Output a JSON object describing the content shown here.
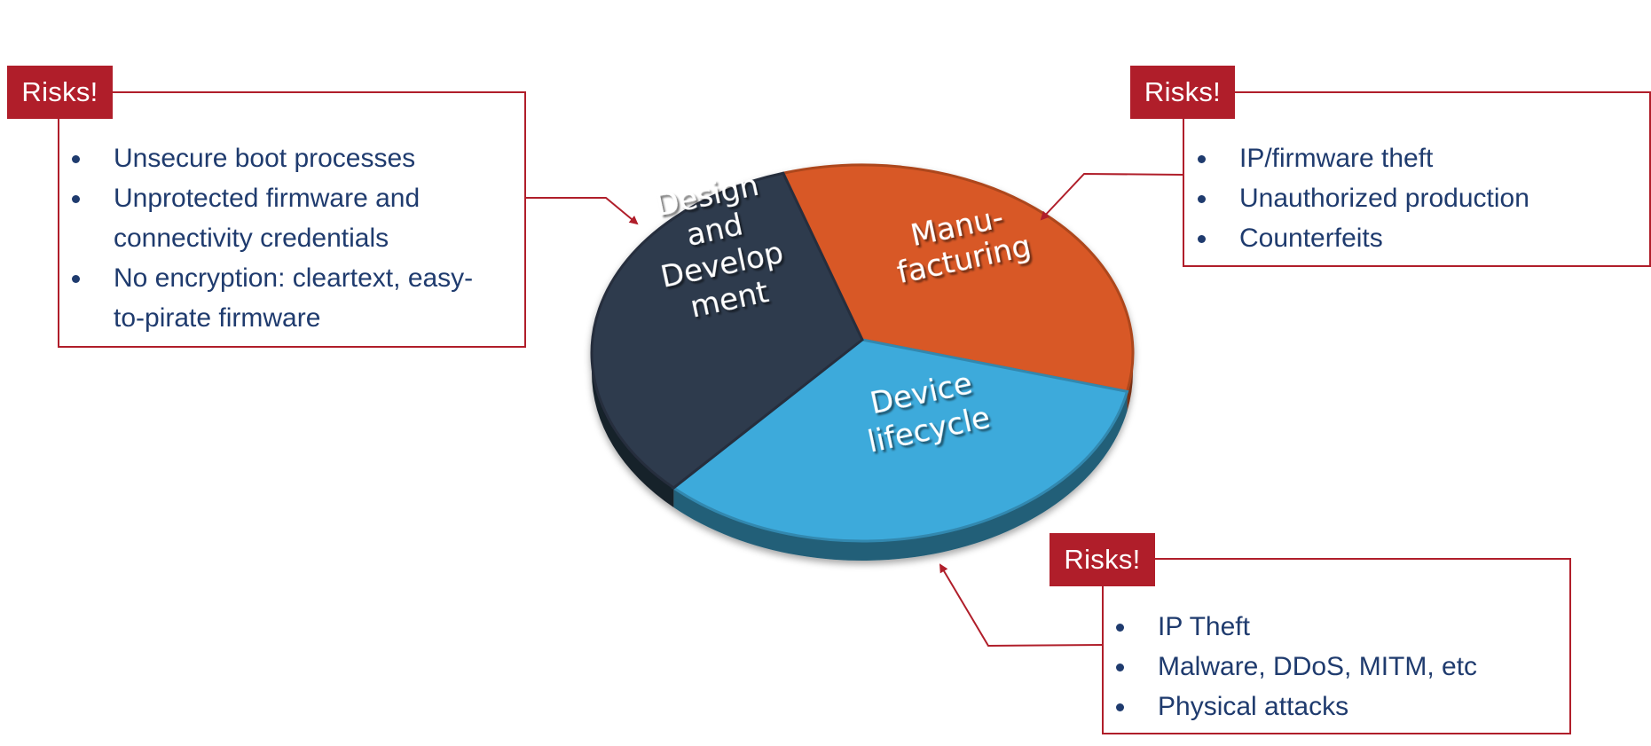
{
  "colors": {
    "risk_red": "#b01e2a",
    "text_navy": "#1f3b6e",
    "design_slice": "#2e3a4e",
    "manufacturing_slice": "#d85826",
    "lifecycle_slice": "#3eaadb"
  },
  "chart_data": {
    "type": "pie",
    "style": "3d-tilted",
    "title": "",
    "slices": [
      {
        "label_lines": [
          "Design",
          "and",
          "Develop",
          "ment"
        ],
        "label": "Design and Development",
        "value": 33,
        "color": "#2e3a4e"
      },
      {
        "label_lines": [
          "Manu-",
          "facturing"
        ],
        "label": "Manufacturing",
        "value": 33,
        "color": "#d85826"
      },
      {
        "label_lines": [
          "Device",
          "lifecycle"
        ],
        "label": "Device lifecycle",
        "value": 34,
        "color": "#3eaadb"
      }
    ],
    "legend": "none"
  },
  "callouts": {
    "design": {
      "badge": "Risks!",
      "items": [
        "Unsecure boot processes",
        "Unprotected firmware and connectivity credentials",
        "No encryption: cleartext, easy-to-pirate firmware"
      ]
    },
    "manufacturing": {
      "badge": "Risks!",
      "items": [
        "IP/firmware theft",
        "Unauthorized production",
        "Counterfeits"
      ]
    },
    "lifecycle": {
      "badge": "Risks!",
      "items": [
        "IP Theft",
        "Malware, DDoS, MITM, etc",
        "Physical attacks"
      ]
    }
  }
}
